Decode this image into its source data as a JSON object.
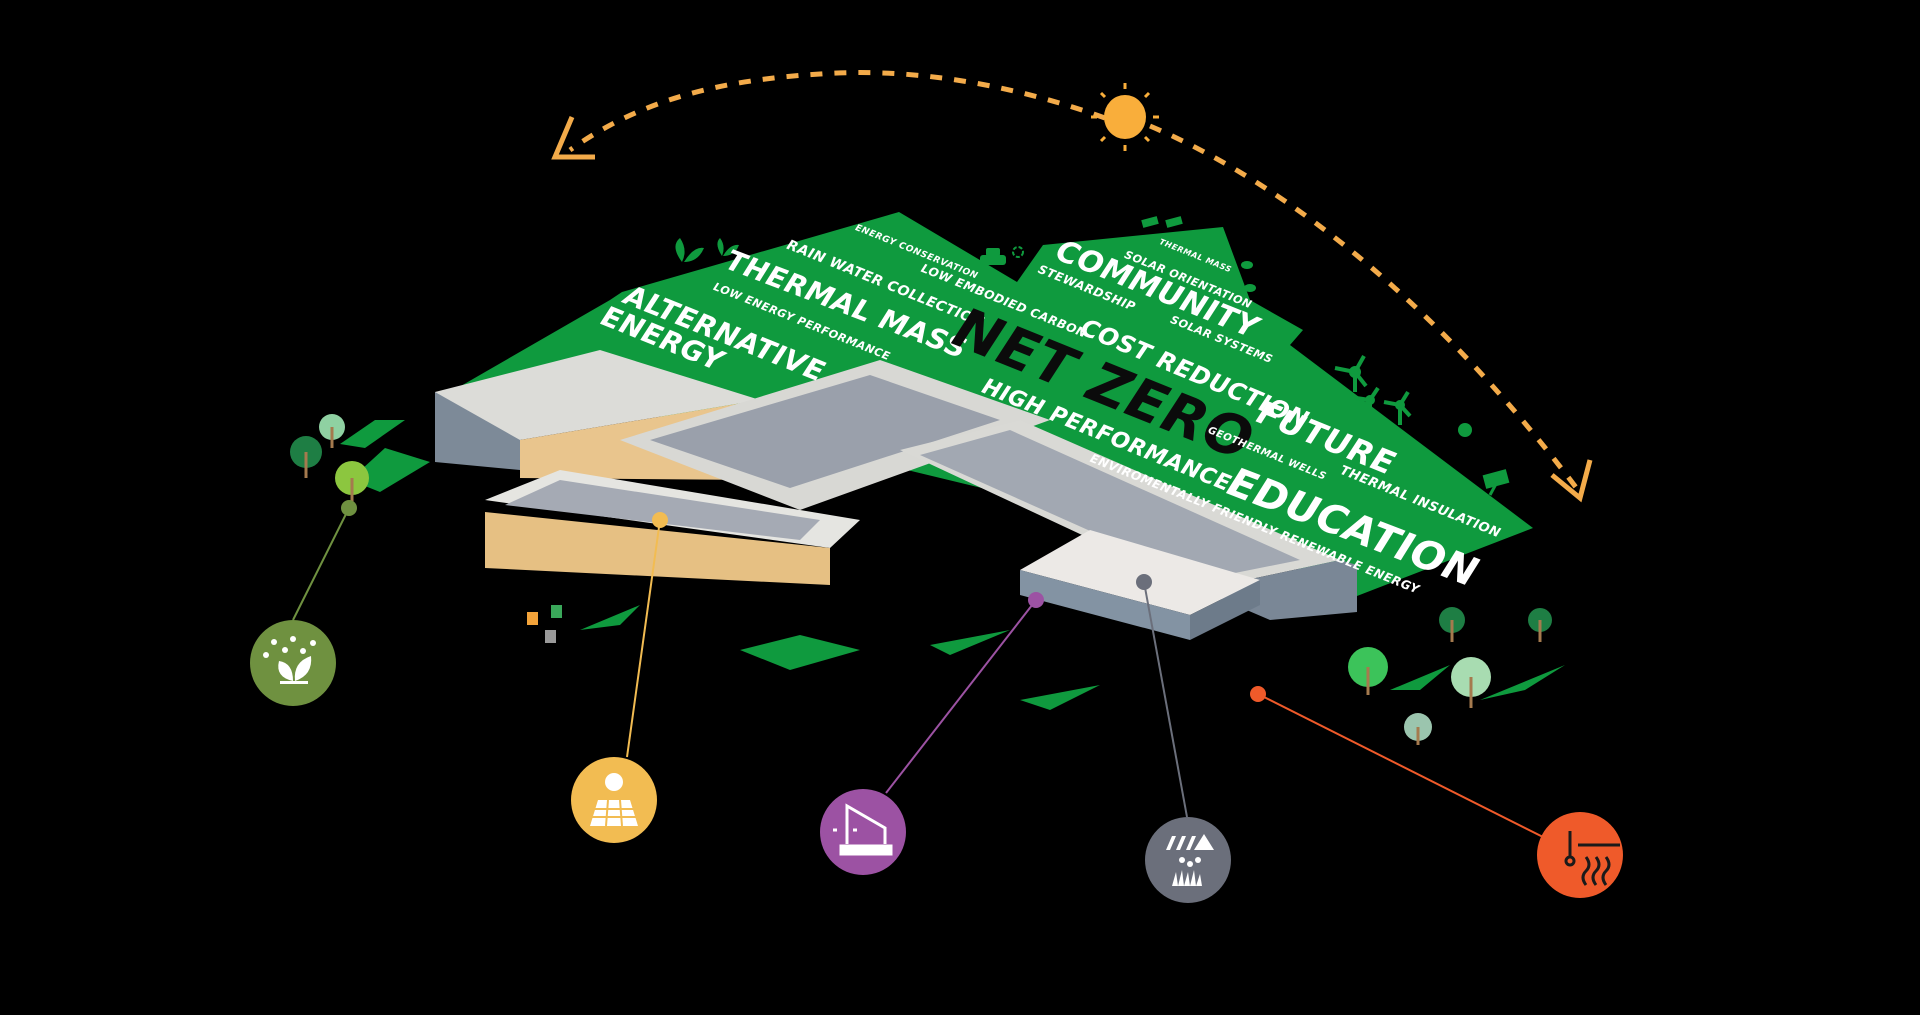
{
  "diagram": {
    "title_words": {
      "primary": "NET ZERO",
      "tags": [
        {
          "id": "energy-conservation",
          "text": "ENERGY CONSERVATION"
        },
        {
          "id": "rain-water-collection",
          "text": "RAIN WATER COLLECTION"
        },
        {
          "id": "low-embodied-carbon",
          "text": "LOW EMBODIED CARBON"
        },
        {
          "id": "thermal-mass-large",
          "text": "THERMAL MASS"
        },
        {
          "id": "low-energy-performance",
          "text": "LOW ENERGY PERFORMANCE"
        },
        {
          "id": "alternative",
          "text": "ALTERNATIVE"
        },
        {
          "id": "energy",
          "text": "ENERGY"
        },
        {
          "id": "community",
          "text": "COMMUNITY"
        },
        {
          "id": "thermal-mass-small",
          "text": "THERMAL MASS"
        },
        {
          "id": "solar-orientation",
          "text": "SOLAR ORIENTATION"
        },
        {
          "id": "stewardship",
          "text": "STEWARDSHIP"
        },
        {
          "id": "cost-reduction",
          "text": "COST REDUCTION"
        },
        {
          "id": "solar-systems",
          "text": "SOLAR SYSTEMS"
        },
        {
          "id": "high-performance",
          "text": "HIGH PERFORMANCE"
        },
        {
          "id": "future",
          "text": "FUTURE"
        },
        {
          "id": "geothermal-wells",
          "text": "GEOTHERMAL WELLS"
        },
        {
          "id": "thermal-insulation",
          "text": "THERMAL INSULATION"
        },
        {
          "id": "enviro-renewable",
          "text": "ENVIROMENTALLY FRIENDLY RENEWABLE ENERGY"
        },
        {
          "id": "education",
          "text": "EDUCATION"
        }
      ]
    },
    "callouts": [
      {
        "id": "rainwater-planting",
        "icon": "rain-plant-icon",
        "color": "#6f9140"
      },
      {
        "id": "solar-panels",
        "icon": "solar-panel-icon",
        "color": "#f2bc52"
      },
      {
        "id": "natural-ventilation",
        "icon": "ventilation-window-icon",
        "color": "#9c52a3"
      },
      {
        "id": "stormwater-green-roof",
        "icon": "roof-rain-grass-icon",
        "color": "#6b6f7b"
      },
      {
        "id": "geothermal",
        "icon": "geothermal-thermometer-icon",
        "color": "#ef5a2a"
      }
    ],
    "colors": {
      "background": "#000000",
      "green_field": "#0f9a3e",
      "sun": "#f9ae3b",
      "sun_path": "#f3ab4a"
    }
  }
}
